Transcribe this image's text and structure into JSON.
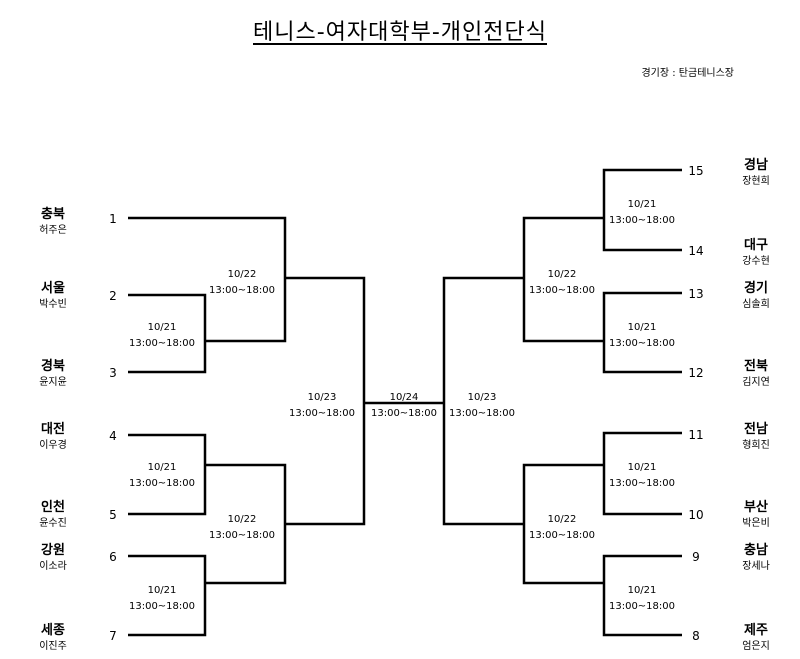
{
  "title": "테니스-여자대학부-개인전단식",
  "venue": "경기장 : 탄금테니스장",
  "players": [
    {
      "seed": "1",
      "region": "충북",
      "name": "허주은"
    },
    {
      "seed": "2",
      "region": "서울",
      "name": "박수빈"
    },
    {
      "seed": "3",
      "region": "경북",
      "name": "윤지윤"
    },
    {
      "seed": "4",
      "region": "대전",
      "name": "이우경"
    },
    {
      "seed": "5",
      "region": "인천",
      "name": "윤수진"
    },
    {
      "seed": "6",
      "region": "강원",
      "name": "이소라"
    },
    {
      "seed": "7",
      "region": "세종",
      "name": "이진주"
    },
    {
      "seed": "8",
      "region": "제주",
      "name": "엄은지"
    },
    {
      "seed": "9",
      "region": "충남",
      "name": "장세나"
    },
    {
      "seed": "10",
      "region": "부산",
      "name": "박은비"
    },
    {
      "seed": "11",
      "region": "전남",
      "name": "형희진"
    },
    {
      "seed": "12",
      "region": "전북",
      "name": "김지연"
    },
    {
      "seed": "13",
      "region": "경기",
      "name": "심솔희"
    },
    {
      "seed": "14",
      "region": "대구",
      "name": "강수현"
    },
    {
      "seed": "15",
      "region": "경남",
      "name": "장현희"
    }
  ],
  "schedule": {
    "r1_date": "10/21",
    "r2_date": "10/22",
    "semi_date": "10/23",
    "final_date": "10/24",
    "time": "13:00~18:00"
  }
}
